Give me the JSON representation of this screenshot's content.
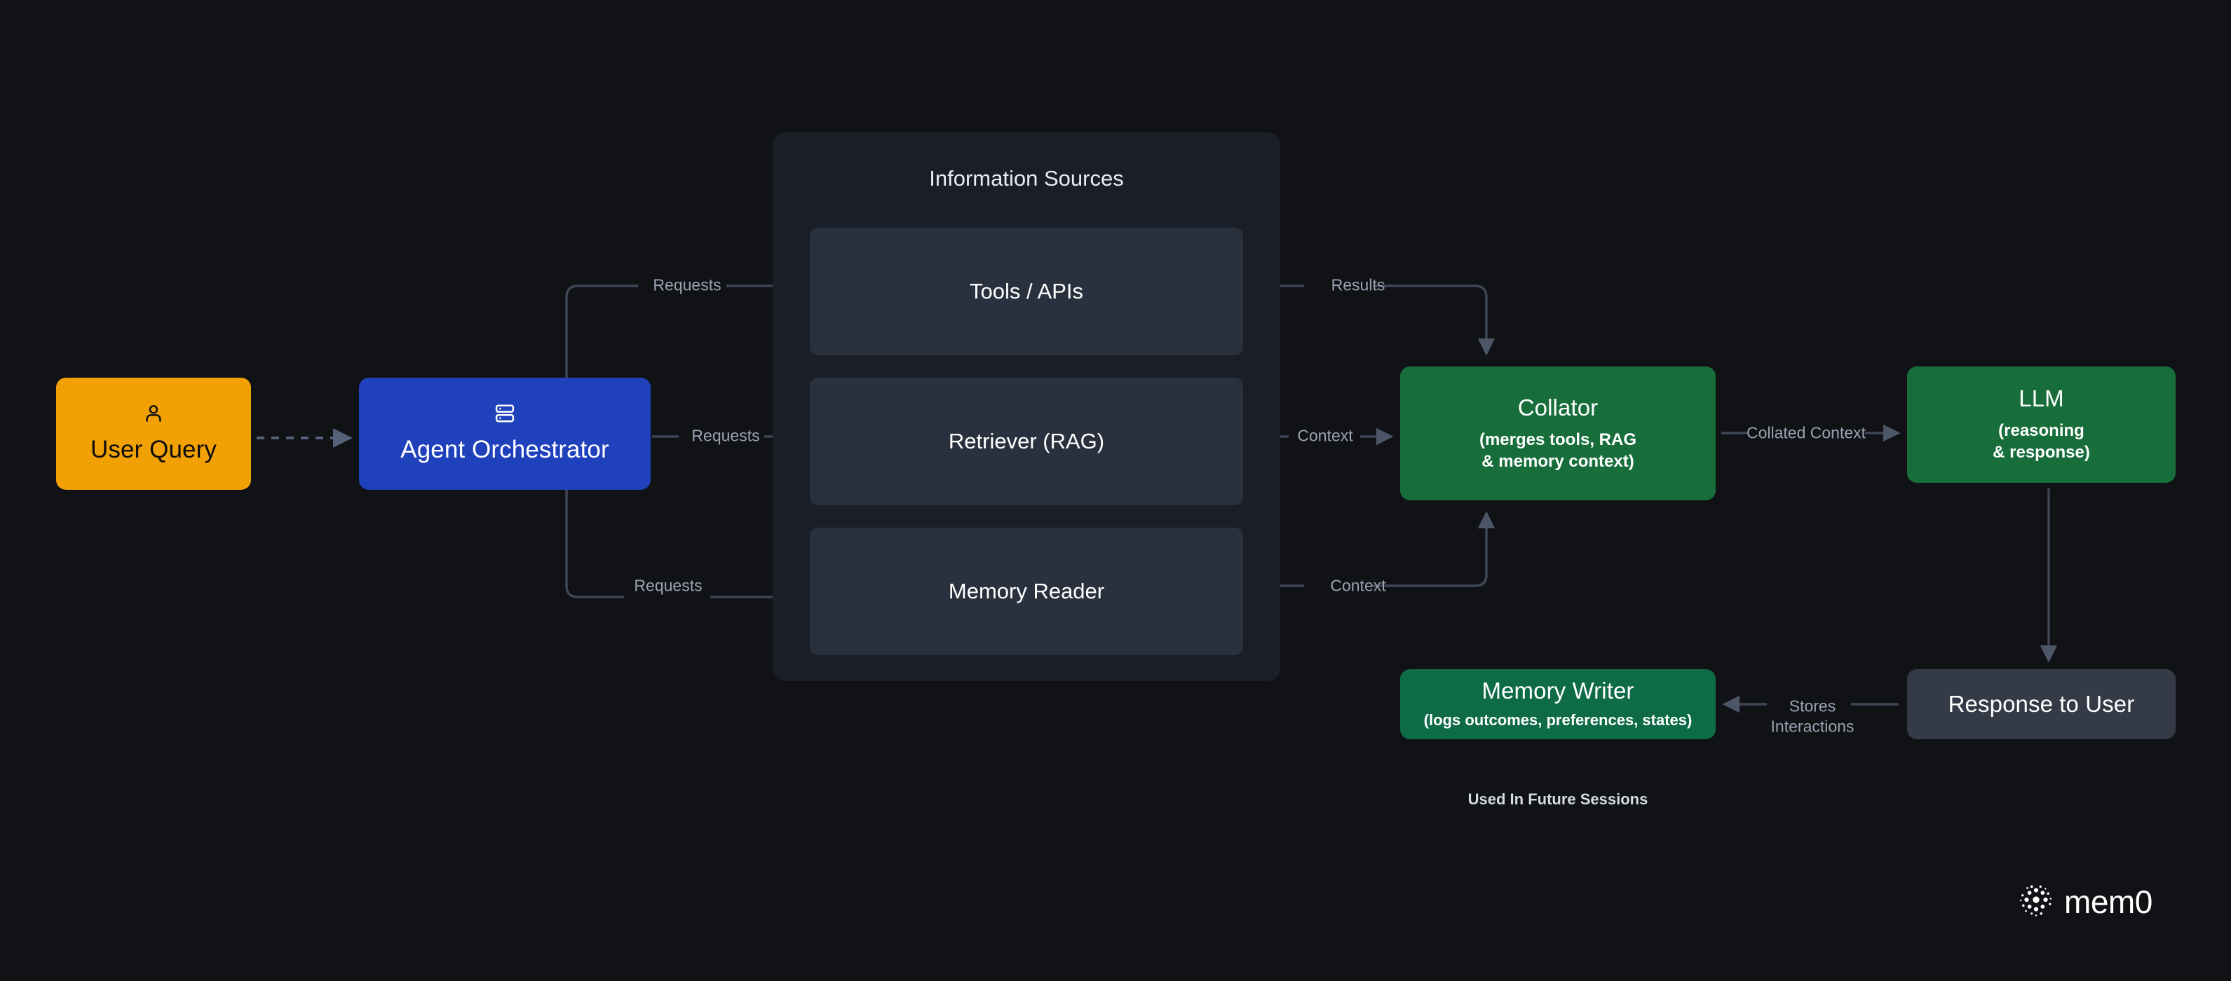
{
  "diagram": {
    "title": "Agent memory architecture flow",
    "background_color": "#101216"
  },
  "nodes": {
    "user_query": {
      "label": "User Query",
      "icon": "person-icon",
      "color": "#F2A104",
      "text_color": "#0d0d0d"
    },
    "agent_orchestrator": {
      "label": "Agent Orchestrator",
      "icon": "server-icon",
      "color": "#1F41BC",
      "text_color": "#FFFFFF"
    },
    "collator": {
      "label": "Collator",
      "subtitle": "(merges tools, RAG\n& memory context)",
      "subtitle_line1": "(merges tools, RAG",
      "subtitle_line2": "& memory context)",
      "color": "#176E3B"
    },
    "llm": {
      "label": "LLM",
      "subtitle_line1": "(reasoning",
      "subtitle_line2": "& response)",
      "color": "#176E3B"
    },
    "memory_writer": {
      "label": "Memory Writer",
      "subtitle": "(logs outcomes, preferences, states)",
      "color": "#0E6B48"
    },
    "response_to_user": {
      "label": "Response to User",
      "color": "#343B47"
    }
  },
  "panel": {
    "title": "Information Sources",
    "color": "#1A1E27",
    "cards": [
      {
        "label": "Tools / APIs",
        "color": "#2A313E"
      },
      {
        "label": "Retriever (RAG)",
        "color": "#2A313E"
      },
      {
        "label": "Memory Reader",
        "color": "#2A313E"
      }
    ]
  },
  "edges": {
    "user_to_orchestrator": {
      "label": "",
      "style": "dashed"
    },
    "orchestrator_to_tools": {
      "label": "Requests"
    },
    "orchestrator_to_retriever": {
      "label": "Requests"
    },
    "orchestrator_to_memory_reader": {
      "label": "Requests"
    },
    "tools_to_collator": {
      "label": "Results"
    },
    "retriever_to_collator": {
      "label": "Context"
    },
    "memory_reader_to_collator": {
      "label": "Context"
    },
    "collator_to_llm": {
      "label": "Collated Context"
    },
    "llm_to_response": {
      "label": ""
    },
    "response_to_memory_writer": {
      "label_line1": "Stores",
      "label_line2": "Interactions"
    }
  },
  "annotations": {
    "future_sessions": "Used In Future Sessions"
  },
  "branding": {
    "wordmark": "mem0",
    "logo_icon": "mem0-dots-icon"
  }
}
